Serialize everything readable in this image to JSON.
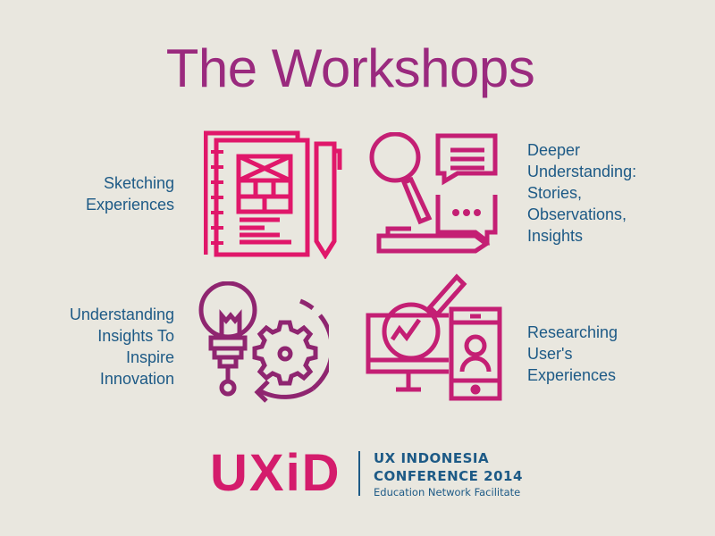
{
  "title": "The Workshops",
  "workshops": [
    {
      "label_lines": [
        "Sketching",
        "Experiences"
      ],
      "icon": "sketchbook-pencil-icon"
    },
    {
      "label_lines": [
        "Deeper",
        "Understanding:",
        "Stories,",
        "Observations,",
        "Insights"
      ],
      "icon": "magnifier-speech-bubbles-icon"
    },
    {
      "label_lines": [
        "Understanding",
        "Insights To",
        "Inspire",
        "Innovation"
      ],
      "icon": "lightbulb-gear-icon"
    },
    {
      "label_lines": [
        "Researching",
        "User's",
        "Experiences"
      ],
      "icon": "monitor-phone-analytics-icon"
    }
  ],
  "footer": {
    "logo": "UXiD",
    "line1": "UX INDONESIA",
    "line2": "CONFERENCE 2014",
    "line3": "Education Network Facilitate"
  },
  "colors": {
    "background": "#e9e7df",
    "title": "#9a2a7e",
    "text": "#1d5a86",
    "pink": "#e0176a",
    "magenta": "#c41f74",
    "purple": "#8f2570"
  }
}
